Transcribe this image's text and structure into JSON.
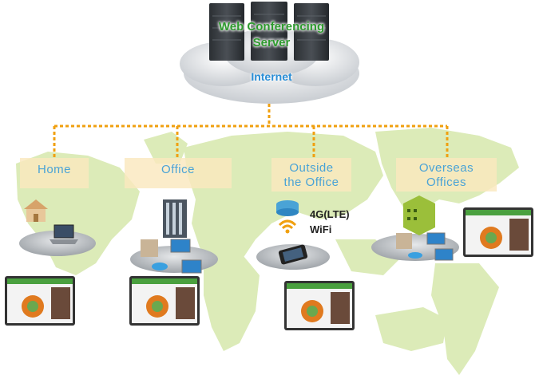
{
  "server": {
    "title_line1": "Web Conferencing",
    "title_line2": "Server"
  },
  "cloud": {
    "label": "Internet"
  },
  "locations": [
    {
      "line1": "Home",
      "line2": ""
    },
    {
      "line1": "Office",
      "line2": ""
    },
    {
      "line1": "Outside",
      "line2": "the Office"
    },
    {
      "line1": "Overseas",
      "line2": "Offices"
    }
  ],
  "mobile_networks": {
    "lte": "4G(LTE)",
    "wifi": "WiFi"
  },
  "colors": {
    "server_title": "#2e9a2e",
    "internet": "#2a8ed6",
    "location_text": "#4aa3d6",
    "connector": "#f0a010",
    "map_land": "#dcebb8"
  }
}
